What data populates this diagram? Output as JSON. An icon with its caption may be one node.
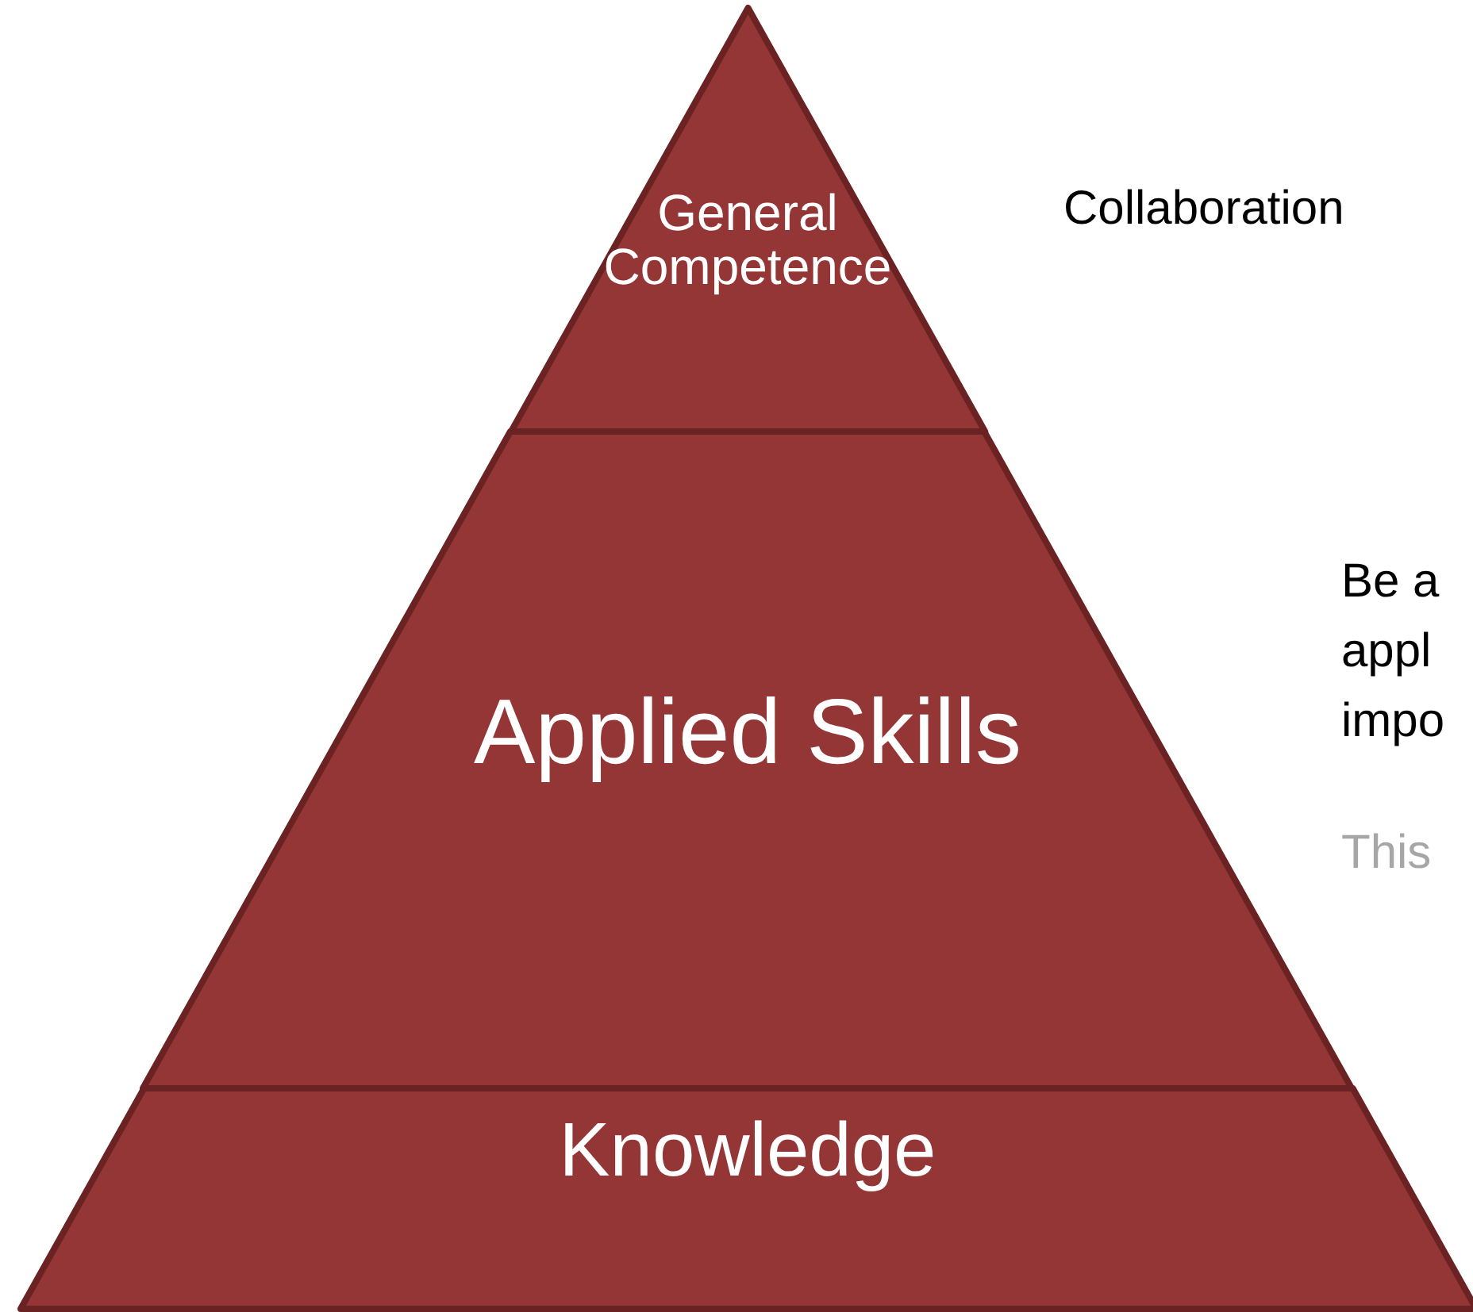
{
  "diagram": {
    "nodes": [
      {
        "text": [
          "General Competence"
        ]
      },
      {
        "text": [
          "Applied Skills"
        ]
      },
      {
        "text": [
          "Knowledge"
        ]
      }
    ],
    "labels": [
      "Collaboration",
      "Be a appl impo",
      "This"
    ]
  }
}
